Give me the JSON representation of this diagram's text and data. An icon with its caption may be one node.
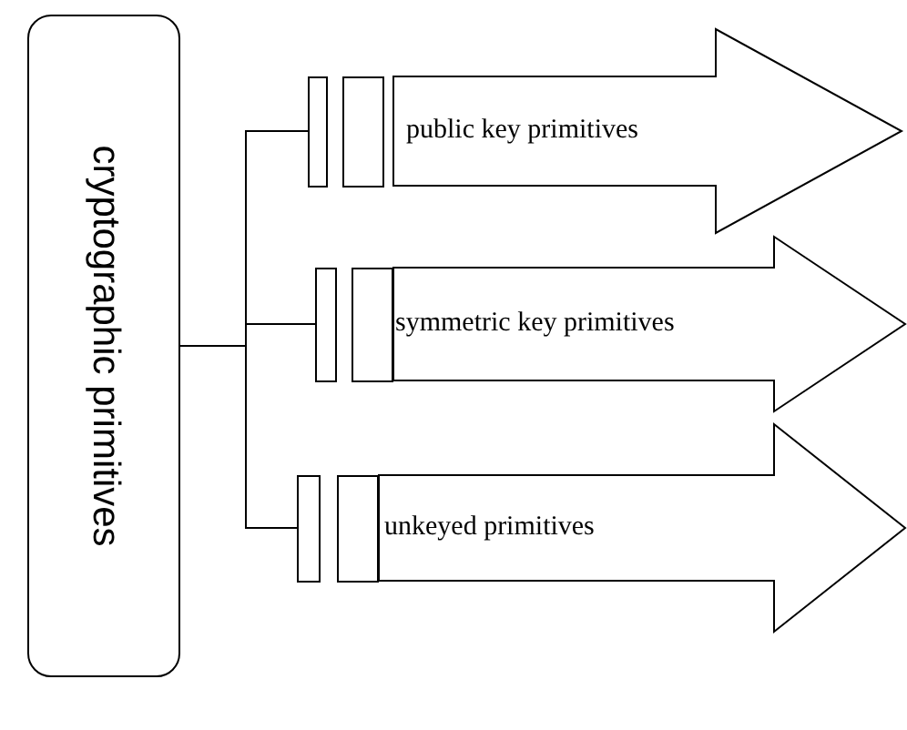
{
  "diagram": {
    "nodes": [
      {
        "text": [
          "cryptographic primitives"
        ]
      },
      {
        "text": [
          "public key primitives"
        ]
      },
      {
        "text": [
          "symmetric key primitives"
        ]
      },
      {
        "text": [
          "unkeyed primitives"
        ]
      }
    ],
    "edges": [
      {
        "from": 0,
        "to": 1,
        "arrow": "none"
      },
      {
        "from": 0,
        "to": 2,
        "arrow": "none"
      },
      {
        "from": 0,
        "to": 3,
        "arrow": "none"
      }
    ]
  }
}
